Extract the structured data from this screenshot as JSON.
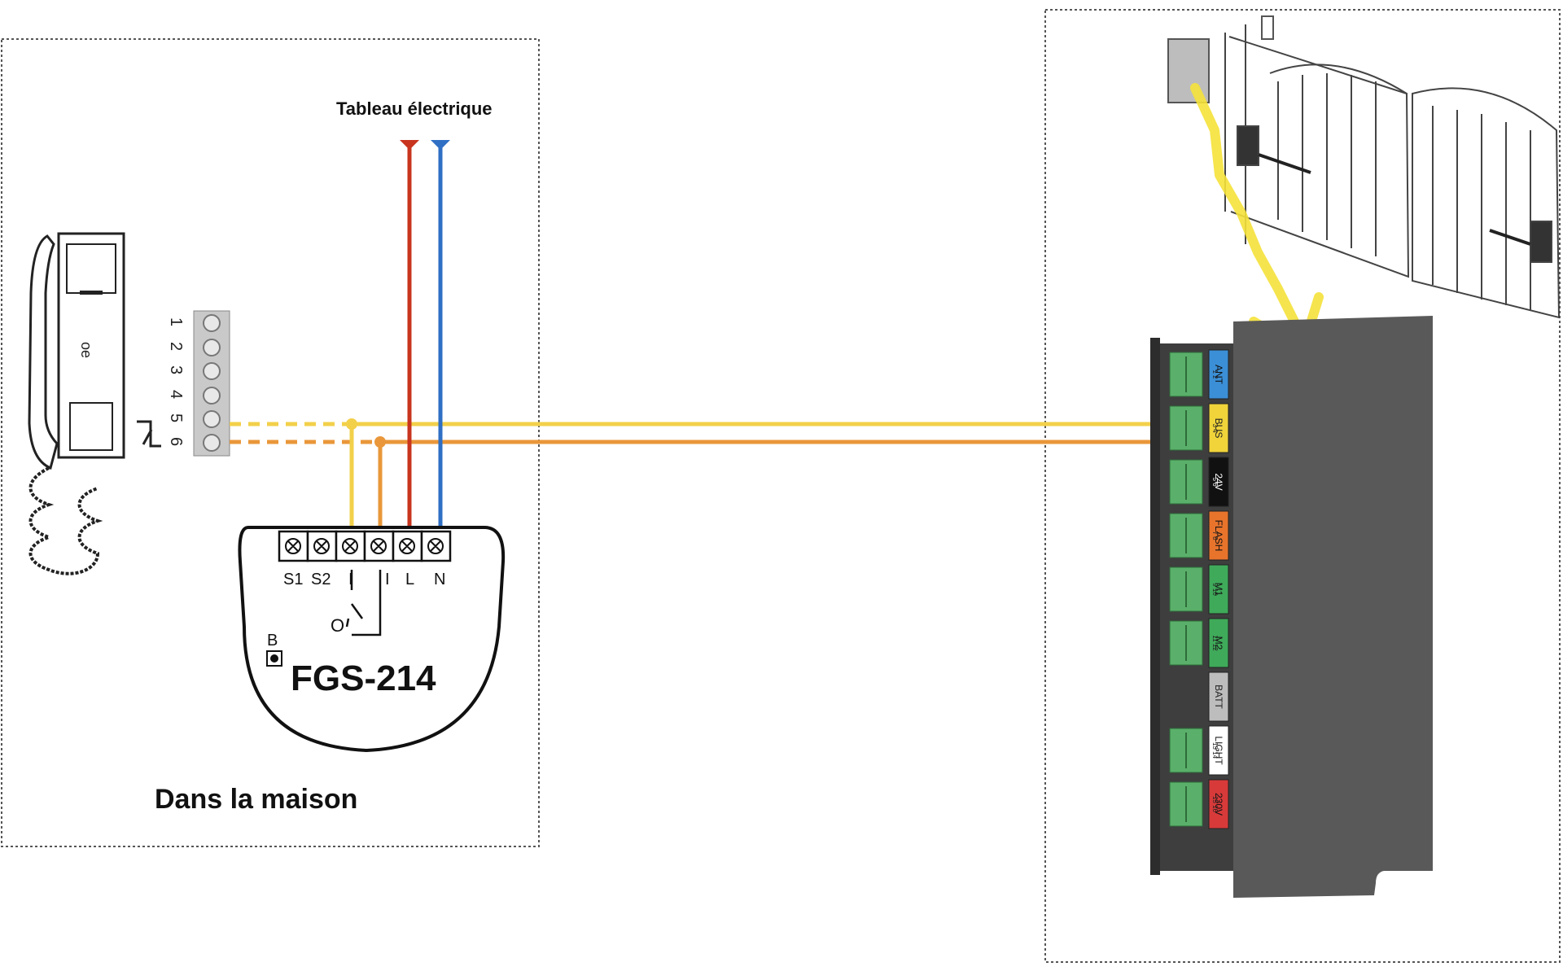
{
  "house": {
    "caption": "Dans la maison",
    "panel_label": "Tableau électrique"
  },
  "module": {
    "model": "FGS-214",
    "terminals": [
      "S1",
      "S2",
      "I",
      "I",
      "L",
      "N"
    ],
    "button_label": "B",
    "output_label": "O"
  },
  "intercom": {
    "logo_text": "oe",
    "terminal_numbers": [
      "1",
      "2",
      "3",
      "4",
      "5",
      "6"
    ]
  },
  "controller": {
    "terminals": [
      {
        "name": "ANT",
        "pins": "1 2",
        "color": "#3b8fd6"
      },
      {
        "name": "BUS",
        "pins": "3 4",
        "color": "#f0d43a"
      },
      {
        "name": "24V",
        "pins": "5 6",
        "color": "#111111"
      },
      {
        "name": "FLASH",
        "pins": "7 8",
        "color": "#e8742c"
      },
      {
        "name": "M1",
        "pins": "9 10",
        "color": "#3faa5a"
      },
      {
        "name": "M2",
        "pins": "11 12",
        "color": "#3faa5a"
      },
      {
        "name": "BATT",
        "pins": "",
        "color": "#bdbdbd"
      },
      {
        "name": "LIGHT",
        "pins": "13 14",
        "color": "#ffffff"
      },
      {
        "name": "230V",
        "pins": "15 16",
        "color": "#d83a3a"
      }
    ]
  },
  "colors": {
    "wire_yellow": "#f2d04a",
    "wire_orange": "#e9973a",
    "wire_red": "#c8341e",
    "wire_blue": "#2f6fc4",
    "arrow_yellow": "#f5e23a",
    "controller_body": "#595959"
  }
}
